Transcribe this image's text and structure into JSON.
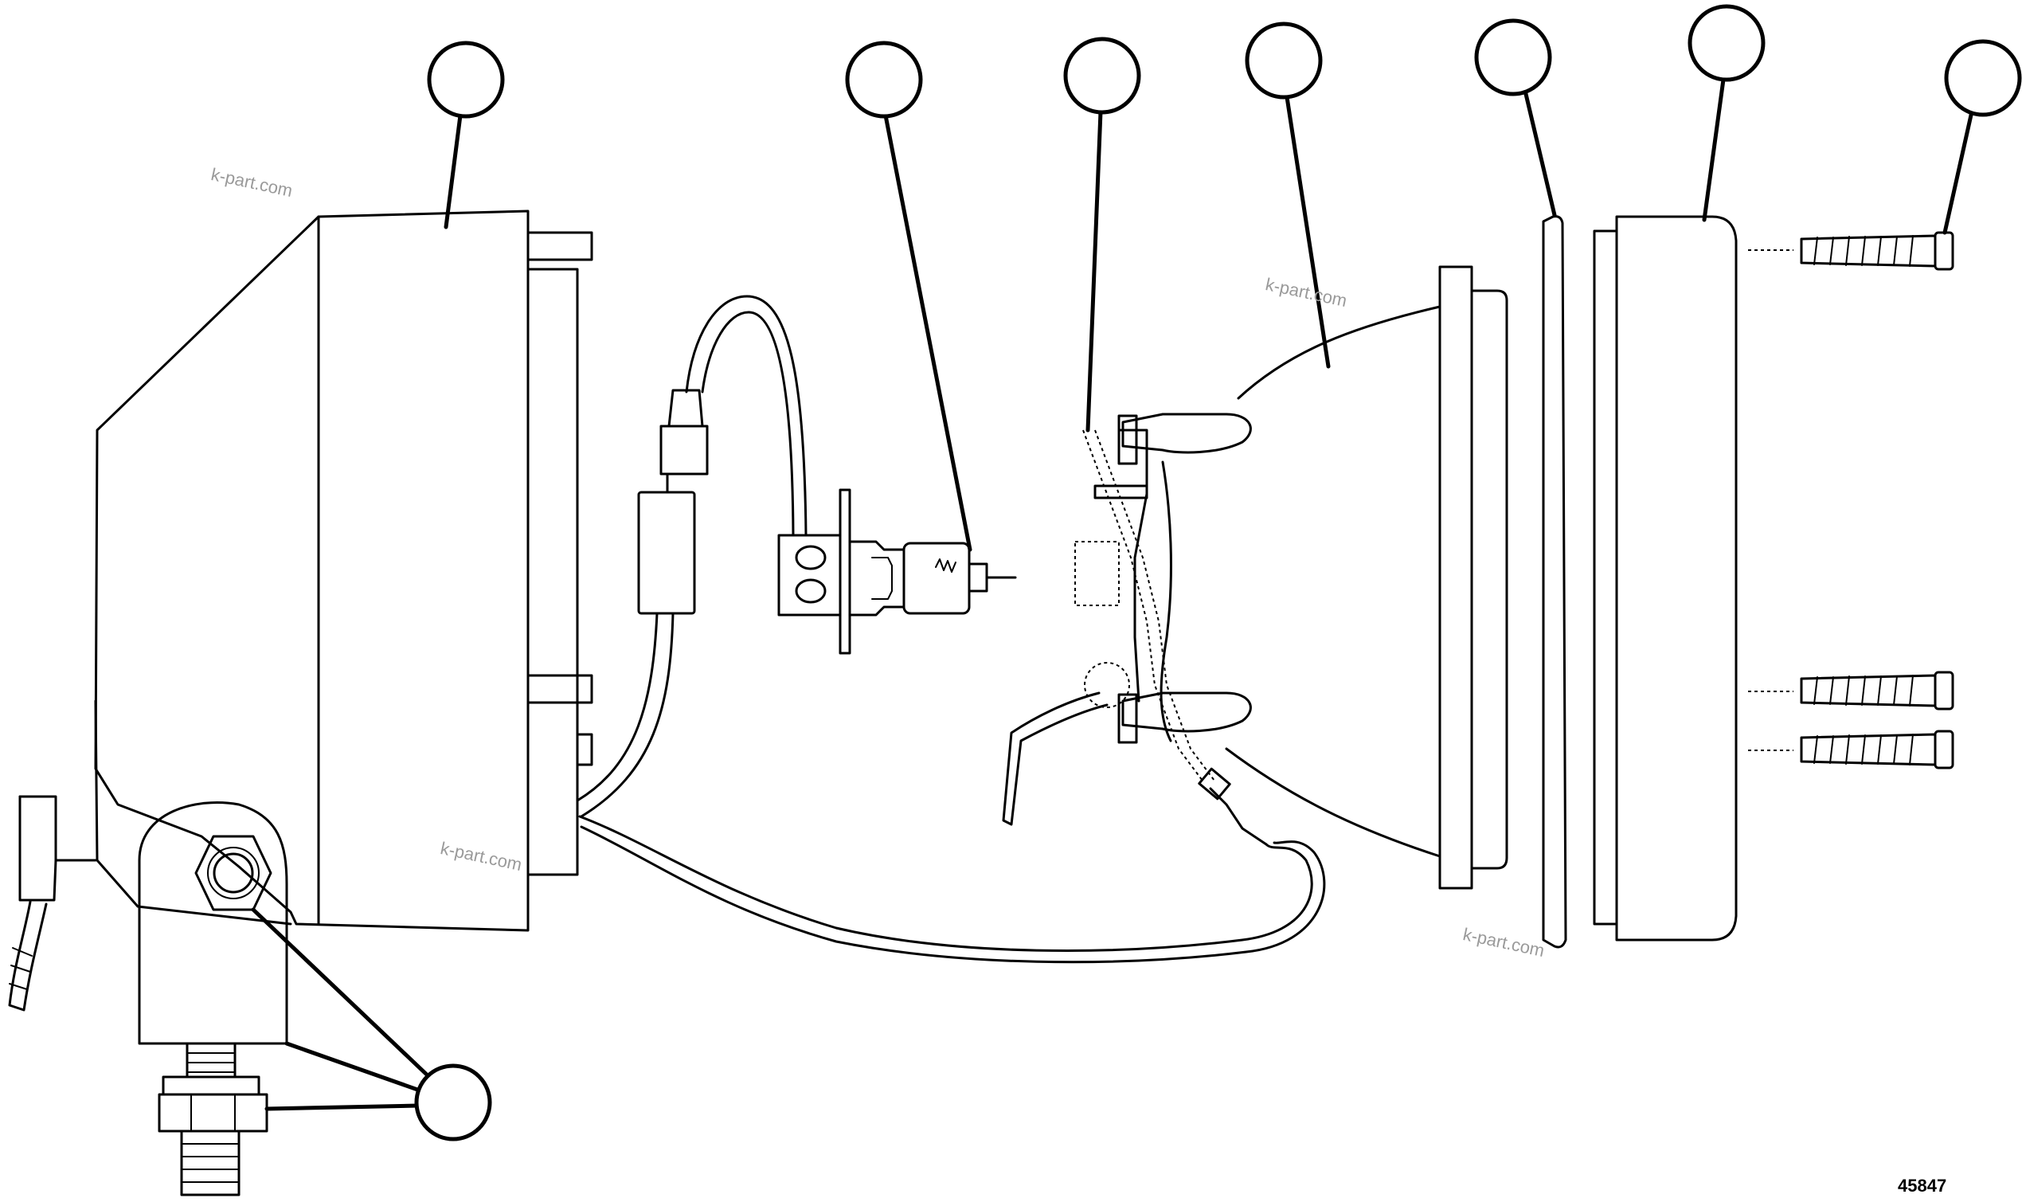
{
  "watermarks": [
    {
      "text": "k-part.com"
    },
    {
      "text": "k-part.com"
    },
    {
      "text": "k-part.com"
    },
    {
      "text": "k-part.com"
    }
  ],
  "figure_number": "45847",
  "callouts": [
    {
      "name": "housing"
    },
    {
      "name": "wiring-harness-bulb"
    },
    {
      "name": "bulb-retainer-clip"
    },
    {
      "name": "reflector-lens"
    },
    {
      "name": "gasket"
    },
    {
      "name": "bezel"
    },
    {
      "name": "screws"
    },
    {
      "name": "mounting-hardware"
    }
  ]
}
